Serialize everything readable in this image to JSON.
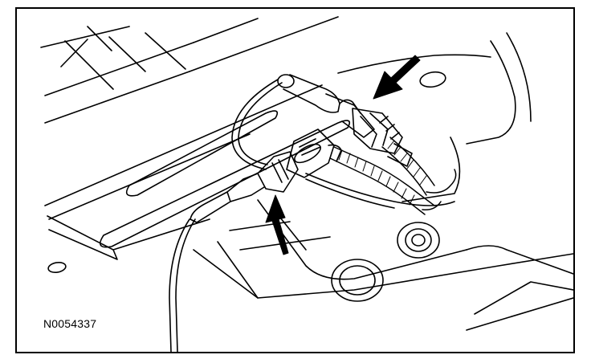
{
  "figure": {
    "reference_code": "N0054337"
  },
  "colors": {
    "line": "#000000",
    "background": "#ffffff"
  },
  "callouts": [
    {
      "name": "upper-connector-arrow",
      "target": "upper-connector"
    },
    {
      "name": "lower-connector-arrow",
      "target": "lower-connector"
    }
  ]
}
